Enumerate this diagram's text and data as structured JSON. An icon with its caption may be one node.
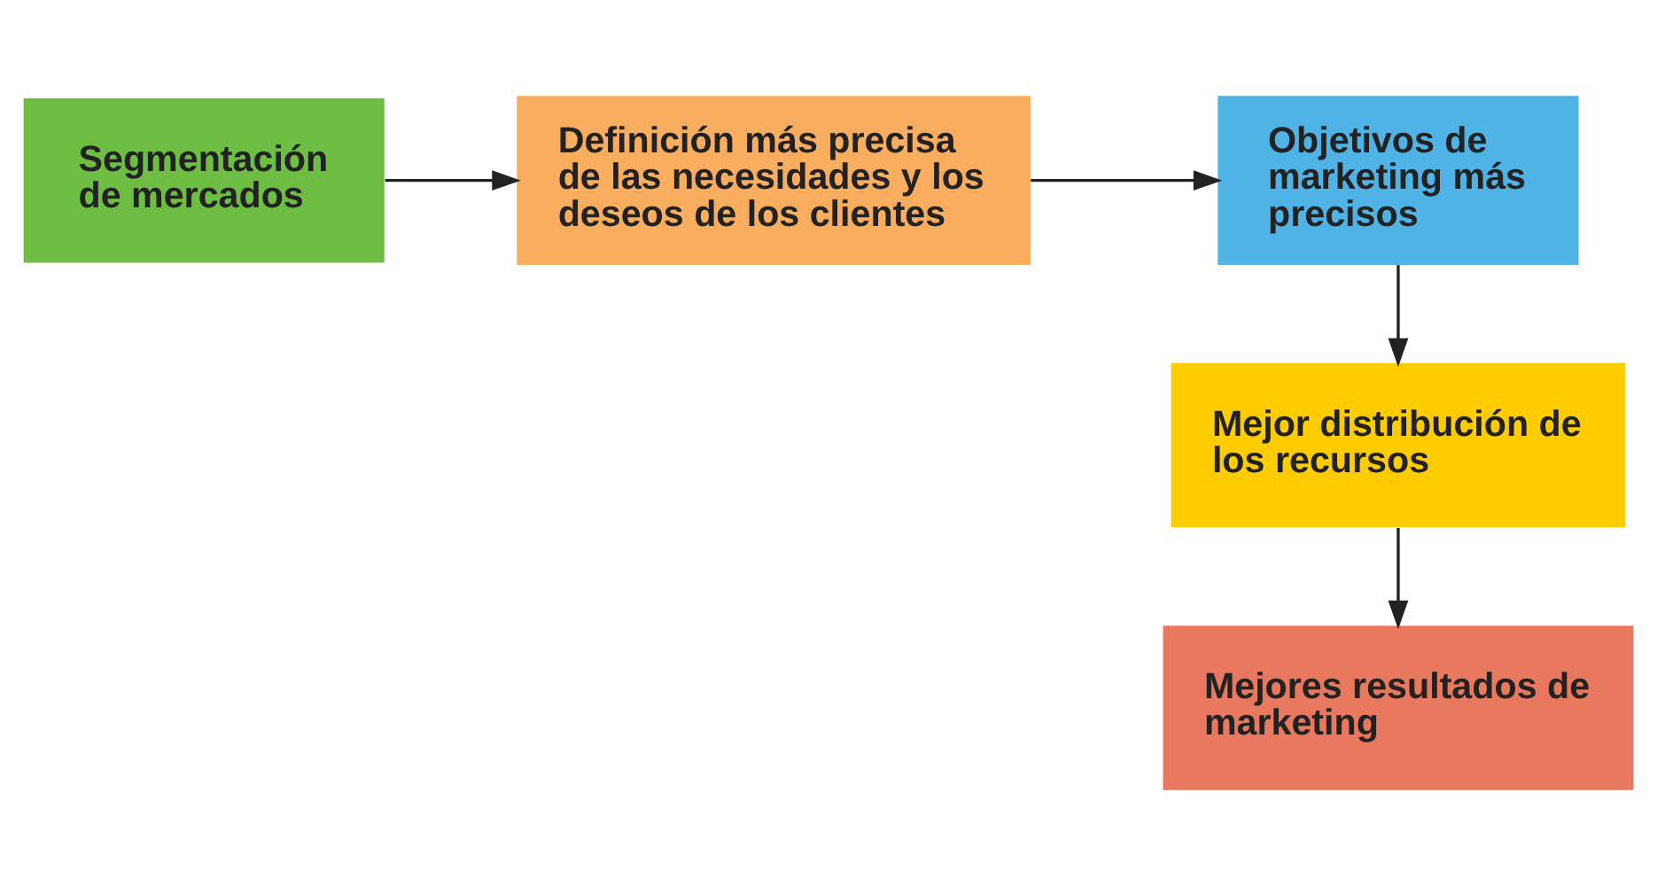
{
  "diagram": {
    "nodes": [
      {
        "text": [
          "Segmentación de mercados"
        ]
      },
      {
        "text": [
          "Definición más precisa de las necesidades y los deseos de los clientes"
        ]
      },
      {
        "text": [
          "Objetivos de marketing más precisos"
        ]
      },
      {
        "text": [
          "Mejor distribución de los recursos"
        ]
      },
      {
        "text": [
          "Mejores resultados de marketing"
        ]
      }
    ],
    "edges": [
      {
        "from": 0,
        "to": 1,
        "arrow": "to"
      },
      {
        "from": 1,
        "to": 2,
        "arrow": "to"
      },
      {
        "from": 2,
        "to": 3,
        "arrow": "to"
      },
      {
        "from": 3,
        "to": 4,
        "arrow": "to"
      }
    ]
  }
}
